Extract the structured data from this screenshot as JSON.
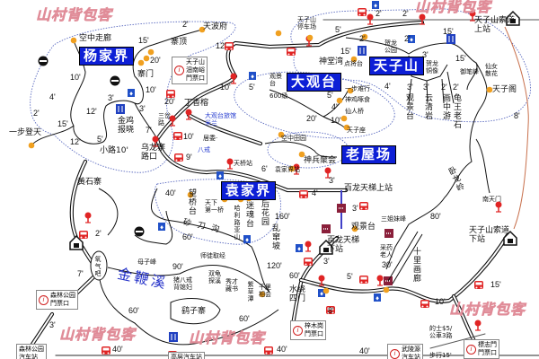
{
  "watermark": "山村背包客",
  "regions": [
    "杨家界",
    "大观台",
    "天子山",
    "老屋场",
    "袁家界"
  ],
  "river_label": "金鞭溪",
  "places": [
    "空中走廊",
    "天波府",
    "寨顶",
    "寨门",
    "金鸡\n报晓",
    "一步登天",
    "小路10'",
    "乌龙寨\n路口",
    "丁香榕",
    "三岔\n路",
    "大观台旅馆\n米兰",
    "居委·",
    "八戒",
    "天桥站",
    "袁家界站",
    "天子山\n停车场",
    "神堂湾",
    "点将台",
    "贺龙\n公园",
    "贺龙\n铜像",
    "御笔峰",
    "仙女\n散花",
    "天子阁",
    "观景台",
    "云清岩",
    "画中游",
    "龟王老石",
    "天子山索道\n上站",
    "观景\n台",
    "600级",
    "一步难行",
    "神鸡啄食",
    "仙人桥",
    "天子座",
    "空中田园",
    "神兵聚会",
    "卧龙岭",
    "南天门",
    "百龙天梯上站",
    "观景台",
    "百龙天梯\n下站",
    "水绕\n四门",
    "三姐妹峰",
    "采药\n老人",
    "十里画廊",
    "天子山索道\n下站",
    "的士$5/\n公車3路",
    "步行15'",
    "黃石寨",
    "望桥台",
    "天下\n第一桥",
    "哈利路亚山",
    "迷魂台",
    "后花园",
    "砂刀沟",
    "乱窜坡",
    "氧气吧",
    "母子峰",
    "师徒取经",
    "猪八戒\n背媳妇",
    "双龟\n探溪",
    "秀才\n藏书",
    "紫草潭",
    "千里\n相会",
    "鹞子寨"
  ],
  "info_boxes": [
    "天子山\n沺南峪\n門票口",
    "森林公园\n門票口",
    "梓木岗\n門票口",
    "標志門\n門票口",
    "森林公园\n汽车站",
    "高层汽车站",
    "武陵源\n汽车站"
  ],
  "info_icon": "i",
  "times": [
    "2'",
    "15'",
    "20'",
    "12'",
    "10'",
    "5'",
    "10'",
    "4'",
    "2'",
    "15'",
    "12'",
    "5'",
    "3'",
    "12'",
    "10'",
    "3'",
    "7'",
    "20'",
    "10'",
    "9'",
    "6'",
    "2'",
    "2'",
    "5'",
    "15'",
    "2'",
    "2'",
    "15'",
    "4'",
    "3'",
    "15'",
    "3'",
    "3'",
    "2'",
    "2'",
    "8'",
    "5'",
    "4'",
    "20'",
    "10'",
    "3'",
    "4'",
    "3'",
    "3'",
    "120'",
    "60'",
    "5'",
    "8'",
    "80'",
    "30'",
    "15'",
    "10'",
    "40'",
    "60'",
    "2'",
    "7'",
    "90'",
    "160'",
    "60'",
    "60'",
    "3'",
    "40'",
    "40'",
    "40'"
  ],
  "colors": {
    "region_bg": "#0d1fd6",
    "bus": "#e02424",
    "scenic_spot": "#f0a020",
    "boundary": "#5a6ac0",
    "cableway": "#c8704c",
    "elevator": "#8a1f3a"
  },
  "legend_icons": [
    "bus-icon",
    "bus-stop-pin-icon",
    "toilet-icon",
    "restaurant-icon",
    "cable-car-icon",
    "station-house-icon",
    "no-entry-icon",
    "info-icon"
  ]
}
